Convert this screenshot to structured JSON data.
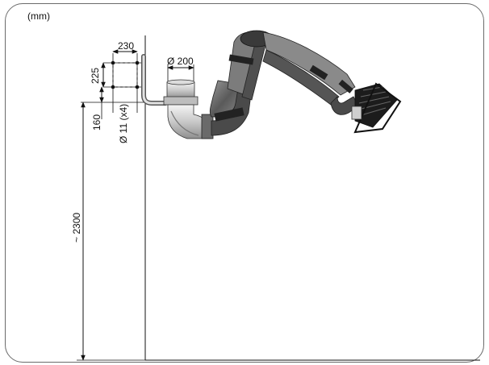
{
  "units_label": "(mm)",
  "dimensions": {
    "mount_width": "230",
    "mount_height": "225",
    "duct_diameter": "Ø 200",
    "offset": "160",
    "bolt_holes": "Ø 11 (x4)",
    "height": "~ 2300"
  },
  "colors": {
    "frame": "#6b6b6b",
    "lines": "#111111",
    "arm_dark": "#3a3a3a",
    "arm_mid": "#7a7a7a",
    "arm_light": "#b5b5b5"
  },
  "icons": {
    "arrowhead": "arrowhead-icon"
  }
}
